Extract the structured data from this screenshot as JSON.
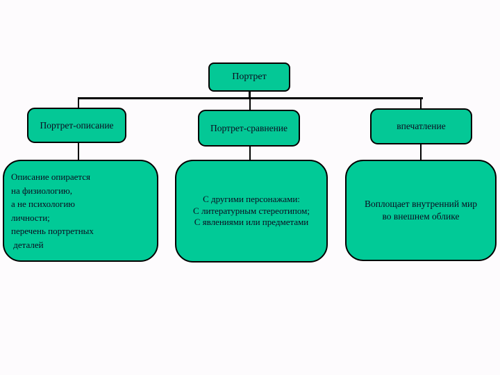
{
  "diagram": {
    "root": {
      "label": "Портрет"
    },
    "branches": [
      {
        "id": "portrait-description",
        "label": "Портрет-описание",
        "detail_lines": [
          "Описание опирается",
          "на физиологию,",
          "а не психологию",
          "личности;",
          "перечень портретных",
          " деталей"
        ]
      },
      {
        "id": "portrait-comparison",
        "label": "Портрет-сравнение",
        "detail_lines": [
          "С другими персонажами:",
          "С литературным стереотипом;",
          "С явлениями или предметами"
        ]
      },
      {
        "id": "impression",
        "label": "впечатление",
        "detail_lines": [
          "Воплощает внутренний мир",
          "во внешнем облике"
        ]
      }
    ],
    "colors": {
      "node_fill": "#04c896",
      "node_fill_detail": "#01ca97",
      "node_border": "#000000",
      "connector": "#000000",
      "background": "#fdfbfd",
      "text": "#0c0c20"
    }
  }
}
